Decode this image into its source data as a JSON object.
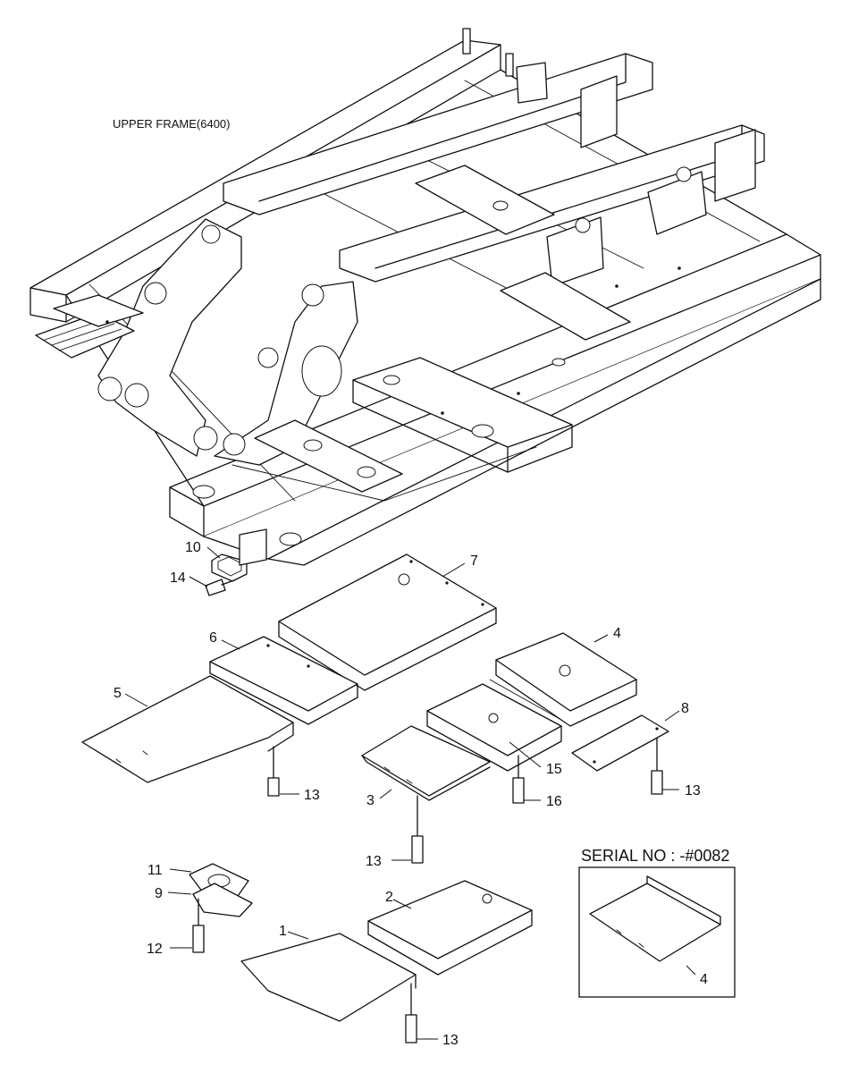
{
  "diagram": {
    "title": "UPPER FRAME(6400)",
    "serial_note": "SERIAL NO : -#0082",
    "callouts": {
      "c1": "1",
      "c2": "2",
      "c3": "3",
      "c4": "4",
      "c4_inset": "4",
      "c5": "5",
      "c6": "6",
      "c7": "7",
      "c8": "8",
      "c9": "9",
      "c10": "10",
      "c11": "11",
      "c12": "12",
      "c13a": "13",
      "c13b": "13",
      "c13c": "13",
      "c13d": "13",
      "c14": "14",
      "c15": "15",
      "c16": "16"
    }
  }
}
